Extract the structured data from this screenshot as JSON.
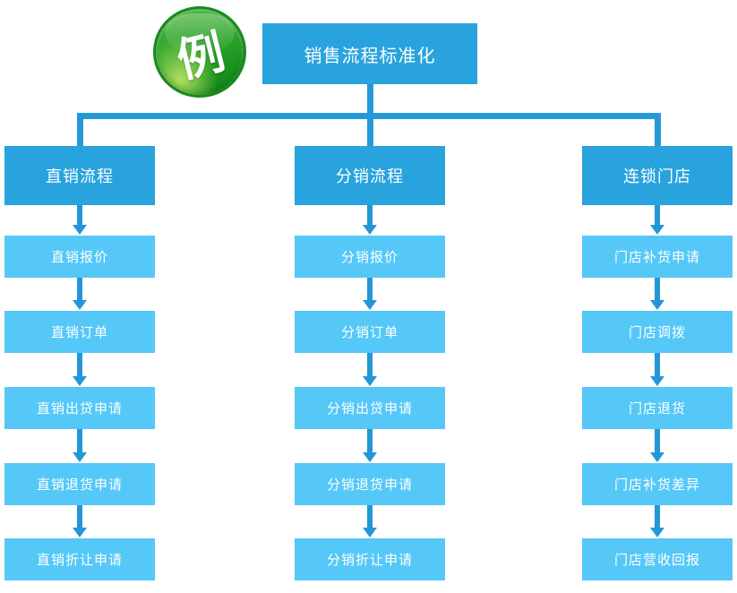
{
  "badge": {
    "label": "例"
  },
  "root": {
    "title": "销售流程标准化"
  },
  "columns": [
    {
      "header": "直销流程",
      "items": [
        "直销报价",
        "直销订单",
        "直销出贷申请",
        "直销退货申请",
        "直销折让申请"
      ]
    },
    {
      "header": "分销流程",
      "items": [
        "分销报价",
        "分销订单",
        "分销出贷申请",
        "分销退货申请",
        "分销折让申请"
      ]
    },
    {
      "header": "连锁门店",
      "items": [
        "门店补货申请",
        "门店调拨",
        "门店退货",
        "门店补货差异",
        "门店营收回报"
      ]
    }
  ],
  "colors": {
    "header_blue": "#29a3dd",
    "item_blue": "#55c8f7",
    "connector_blue": "#2397d6",
    "badge_green": "#2ca42c",
    "text": "#ffffff"
  }
}
